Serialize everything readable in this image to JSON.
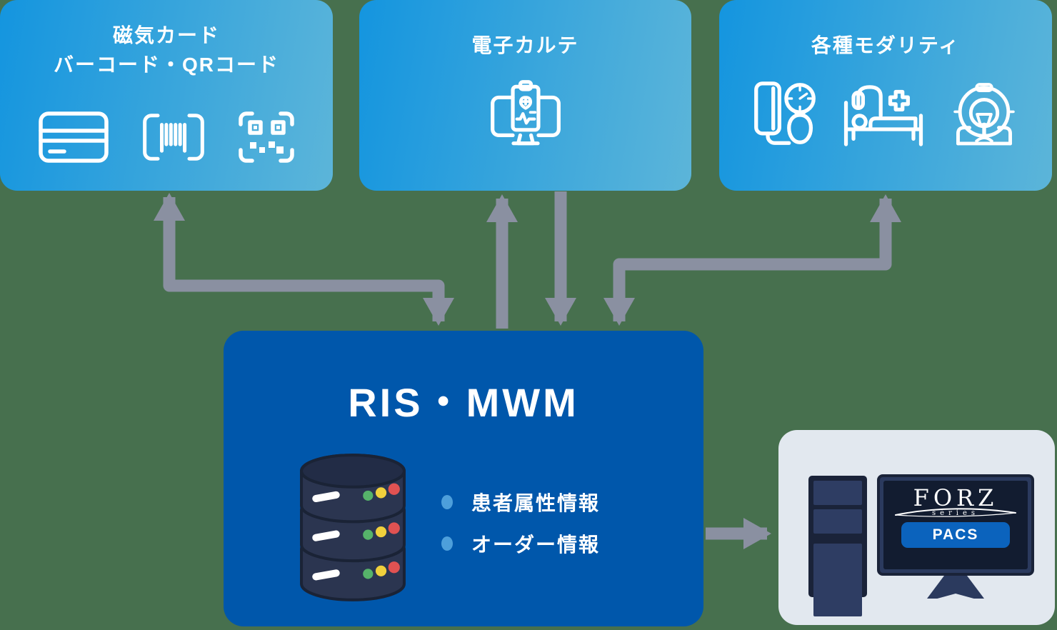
{
  "diagram": {
    "background_color": "#47704E",
    "arrow_color": "#8A90A1"
  },
  "cards": {
    "magnetic": {
      "title_line1": "磁気カード",
      "title_line2": "バーコード・QRコード",
      "icons": [
        "magnetic-card-icon",
        "barcode-icon",
        "qr-code-icon"
      ]
    },
    "emr": {
      "title": "電子カルテ",
      "icons": [
        "emr-monitor-icon"
      ]
    },
    "modality": {
      "title": "各種モダリティ",
      "icons": [
        "blood-pressure-icon",
        "hospital-bed-icon",
        "ct-scanner-icon"
      ]
    }
  },
  "ris": {
    "title": "RIS・MWM",
    "icons": [
      "database-icon"
    ],
    "bullets": [
      {
        "label": "患者属性情報"
      },
      {
        "label": "オーダー情報"
      }
    ]
  },
  "pacs": {
    "logo": "FORZ",
    "logo_sub": "series",
    "badge": "PACS",
    "icons": [
      "pc-tower-icon",
      "monitor-icon"
    ]
  },
  "colors": {
    "card_gradient_start": "#1495DF",
    "card_gradient_end": "#5CB5D9",
    "ris_box": "#0057AB",
    "pacs_card_bg": "#E2E8EF",
    "pacs_badge_bg": "#0B63BD",
    "bullet_dot": "#4D9FDB",
    "arrow": "#8A90A1",
    "db_body": "#2B3550",
    "db_top": "#222C46",
    "status_green": "#56B36A",
    "status_yellow": "#F0D03C",
    "status_red": "#E05252",
    "navy_dark": "#1A2339",
    "navy_panel": "#2E3D63"
  }
}
